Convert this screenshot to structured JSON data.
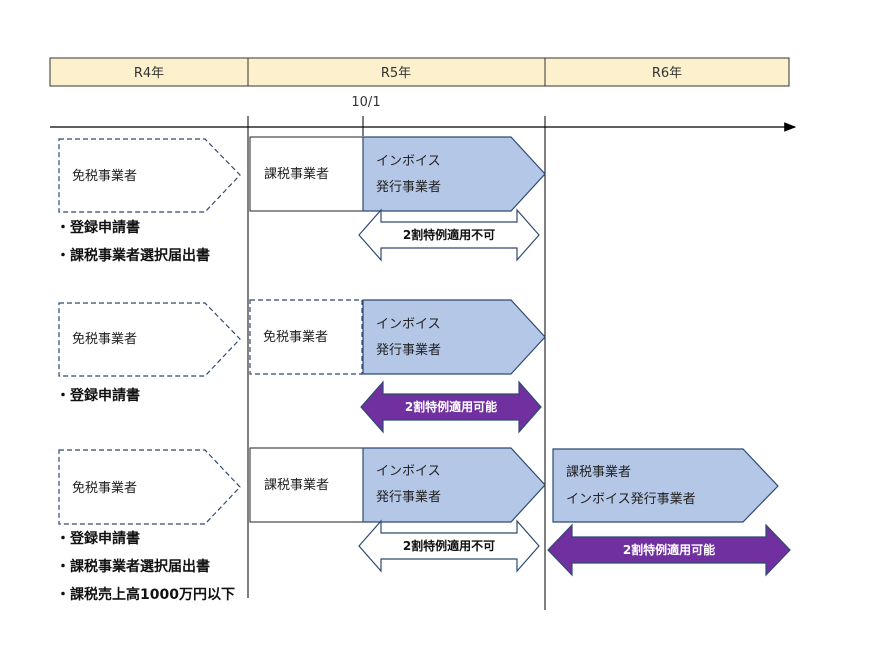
{
  "timeline": {
    "years": [
      "R4年",
      "R5年",
      "R6年"
    ],
    "marker_date": "10/1"
  },
  "scenarios": [
    {
      "exempt_label": "免税事業者",
      "taxable_label": "課税事業者",
      "invoice_line1": "インボイス",
      "invoice_line2": "発行事業者",
      "special_label": "2割特例適用不可",
      "requirements": [
        "・登録申請書",
        "・課税事業者選択届出書"
      ]
    },
    {
      "exempt_label": "免税事業者",
      "taxable_label": "免税事業者",
      "invoice_line1": "インボイス",
      "invoice_line2": "発行事業者",
      "special_label": "2割特例適用可能",
      "requirements": [
        "・登録申請書"
      ]
    },
    {
      "exempt_label": "免税事業者",
      "taxable_label": "課税事業者",
      "invoice_line1": "インボイス",
      "invoice_line2": "発行事業者",
      "special_label": "2割特例適用不可",
      "r6_line1": "課税事業者",
      "r6_line2": "インボイス発行事業者",
      "r6_special_label": "2割特例適用可能",
      "requirements": [
        "・登録申請書",
        "・課税事業者選択届出書",
        "・課税売上高1000万円以下"
      ]
    }
  ],
  "colors": {
    "header_fill": "#fdf0cc",
    "invoice_fill": "#b4c7e7",
    "invoice_stroke": "#2f4a72",
    "possible_fill": "#7030a0",
    "dashed_stroke": "#2f4a72"
  }
}
